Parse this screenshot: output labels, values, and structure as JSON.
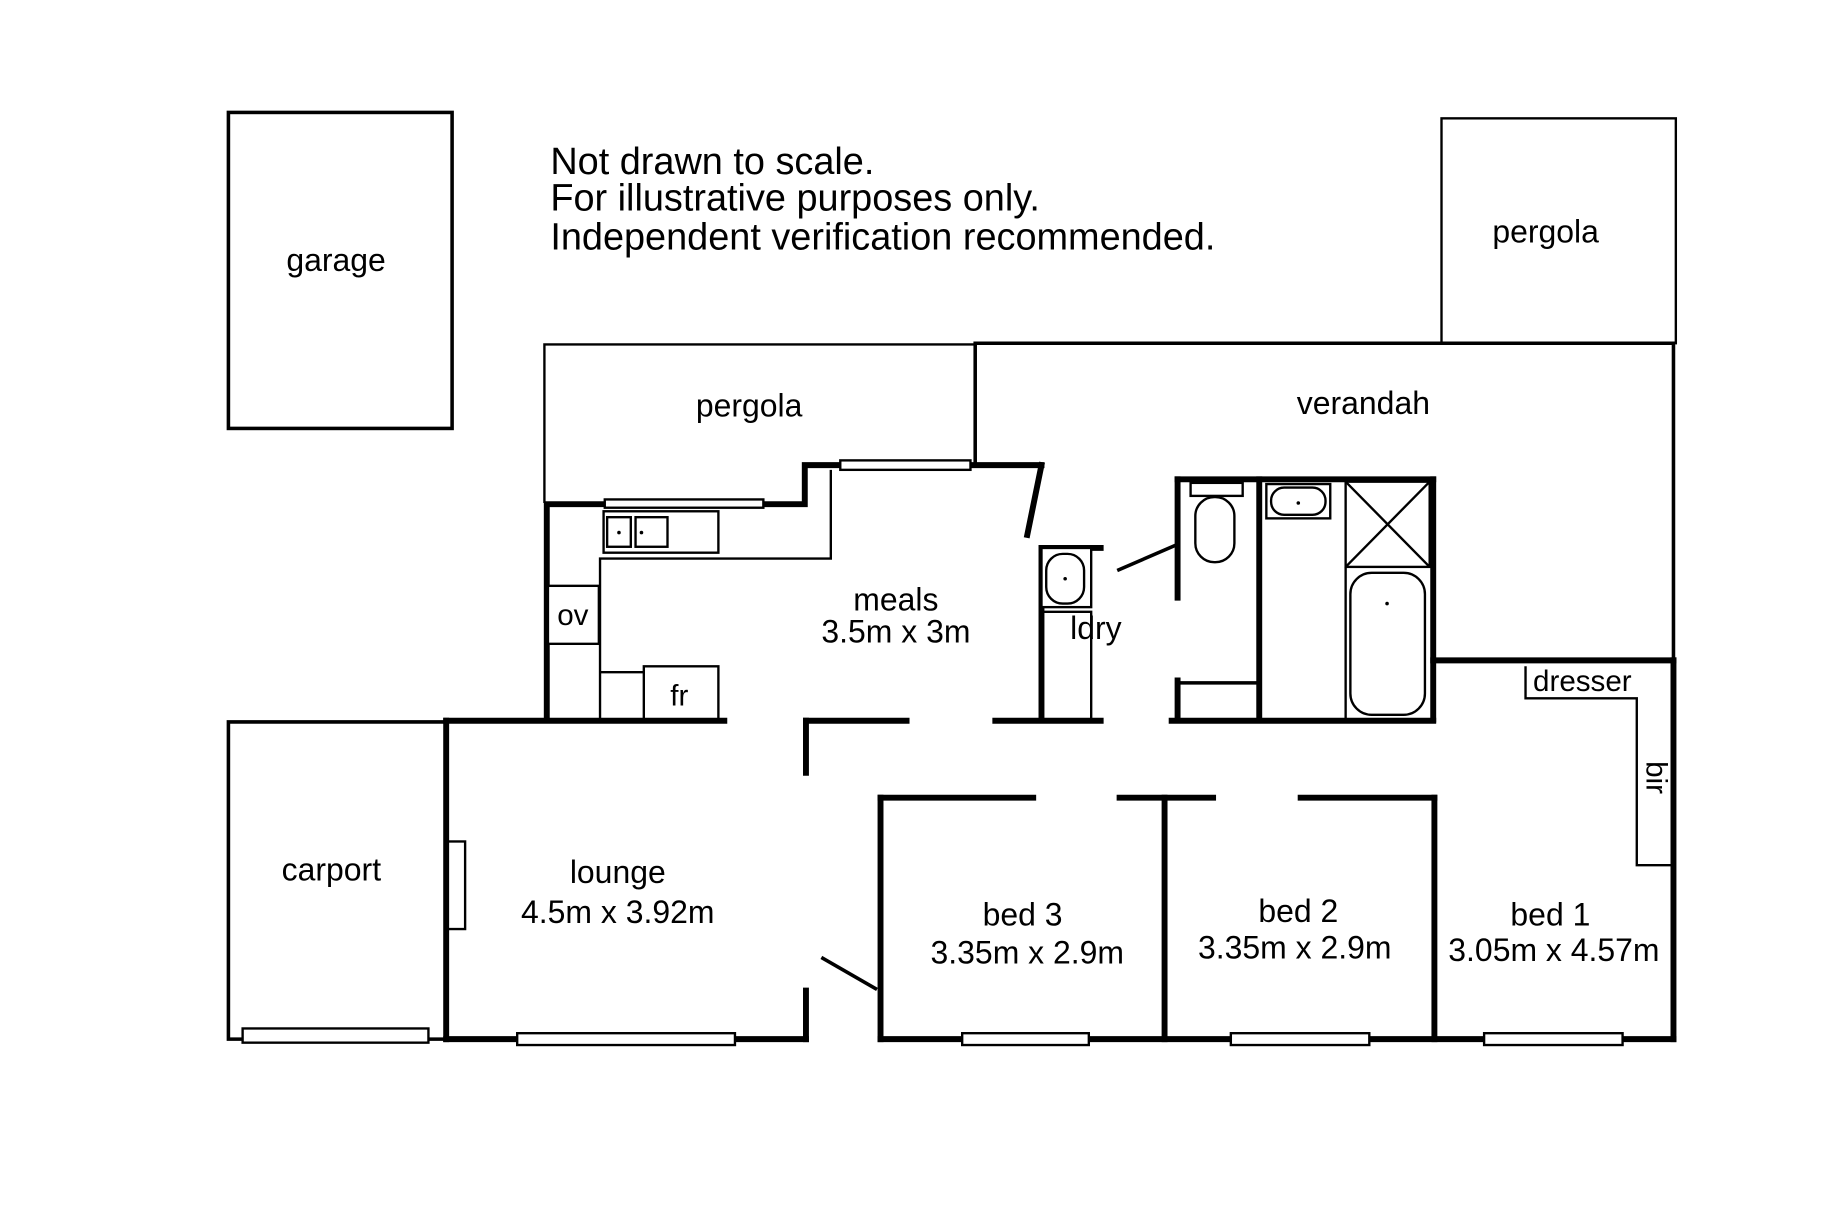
{
  "notes": [
    "Not drawn to scale.",
    "For illustrative purposes only.",
    "Independent verification recommended."
  ],
  "rooms": {
    "garage": "garage",
    "pergola_top_right": "pergola",
    "pergola_center": "pergola",
    "verandah": "verandah",
    "meals": {
      "name": "meals",
      "size": "3.5m x 3m"
    },
    "laundry": "ldry",
    "oven": "ov",
    "fridge": "fr",
    "dresser": "dresser",
    "built_in_robe": "bir",
    "carport": "carport",
    "lounge": {
      "name": "lounge",
      "size": "4.5m x 3.92m"
    },
    "bed3": {
      "name": "bed 3",
      "size": "3.35m x 2.9m"
    },
    "bed2": {
      "name": "bed 2",
      "size": "3.35m x 2.9m"
    },
    "bed1": {
      "name": "bed 1",
      "size": "3.05m x 4.57m"
    }
  }
}
